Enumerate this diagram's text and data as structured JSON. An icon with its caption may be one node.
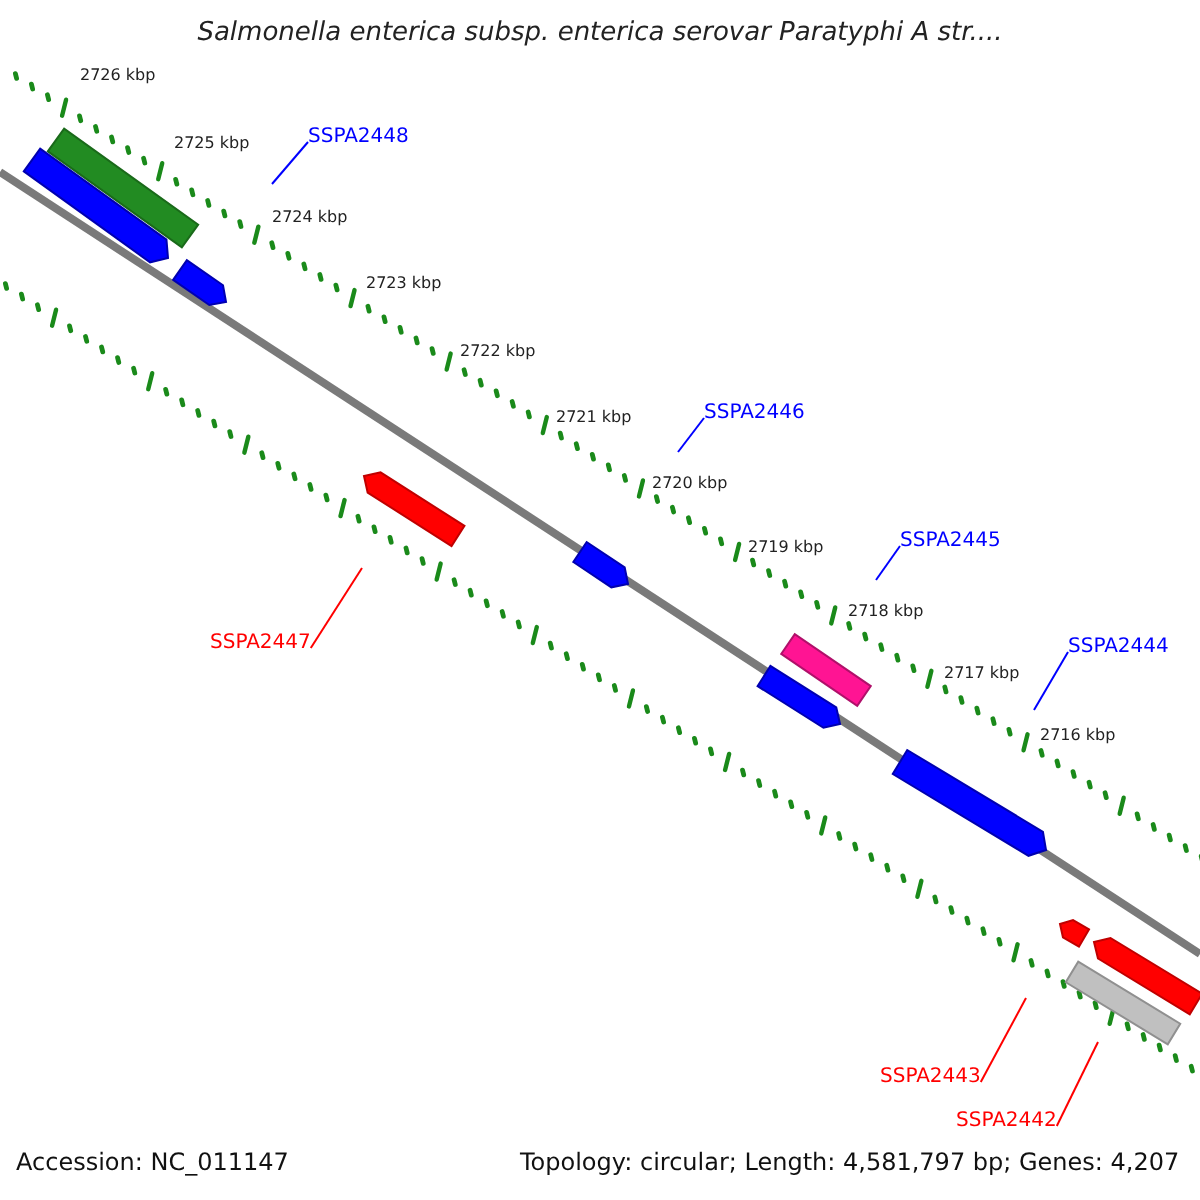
{
  "diagram": {
    "title": "Salmonella enterica subsp. enterica serovar Paratyphi A str....",
    "nodes": [
      {
        "text": [
          "SSPA2448"
        ]
      },
      {
        "text": [
          "SSPA2446"
        ]
      },
      {
        "text": [
          "SSPA2445"
        ]
      },
      {
        "text": [
          "SSPA2444"
        ]
      },
      {
        "text": [
          "SSPA2447"
        ]
      },
      {
        "text": [
          "SSPA2443"
        ]
      },
      {
        "text": [
          "SSPA2442"
        ]
      }
    ],
    "edges": [
      {
        "from": 0,
        "to": null,
        "arrow": "none"
      },
      {
        "from": 1,
        "to": null,
        "arrow": "none"
      },
      {
        "from": 2,
        "to": null,
        "arrow": "none"
      },
      {
        "from": 3,
        "to": null,
        "arrow": "none"
      },
      {
        "from": 4,
        "to": null,
        "arrow": "none",
        "color": "#ff0000"
      },
      {
        "from": 5,
        "to": null,
        "arrow": "none",
        "color": "#ff0000"
      },
      {
        "from": 6,
        "to": null,
        "arrow": "none",
        "color": "#ff0000"
      }
    ],
    "labels": [
      "2726 kbp",
      "2725 kbp",
      "2724 kbp",
      "2723 kbp",
      "2722 kbp",
      "2721 kbp",
      "2720 kbp",
      "2719 kbp",
      "2718 kbp",
      "2717 kbp",
      "2716 kbp",
      "Accession: NC_011147",
      "Topology: circular; Length: 4,581,797 bp; Genes: 4,207"
    ]
  }
}
